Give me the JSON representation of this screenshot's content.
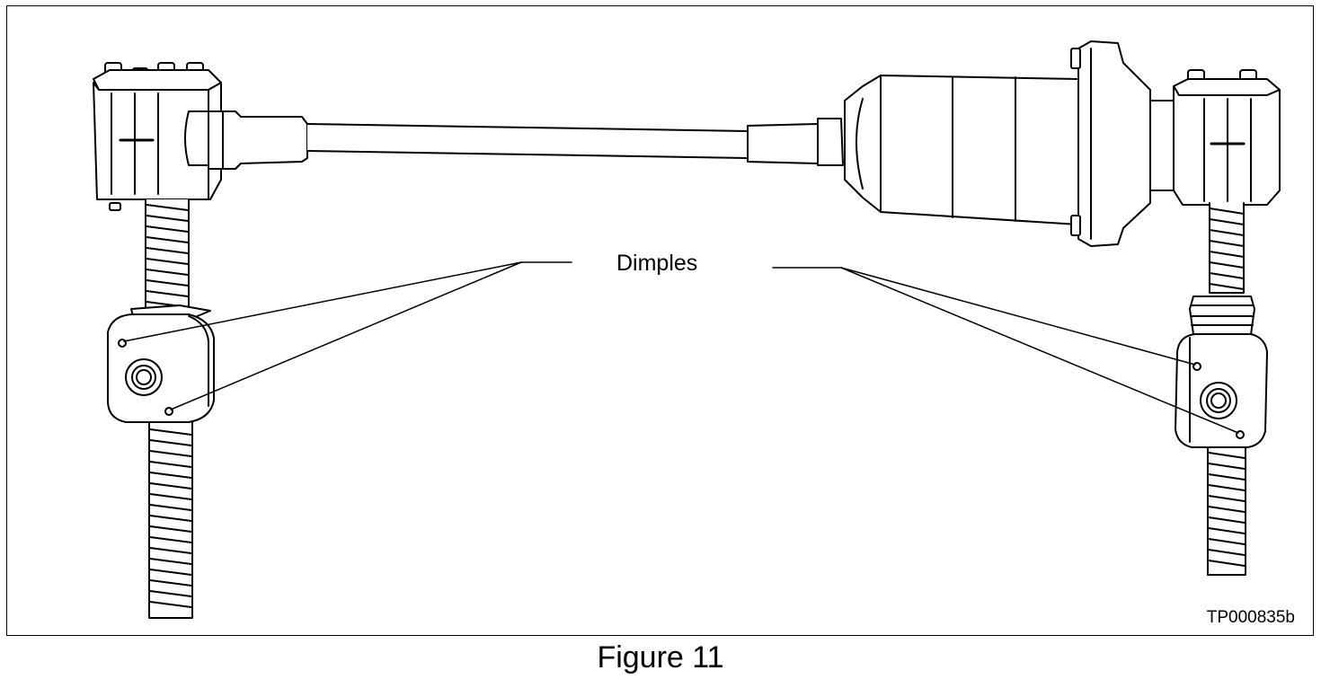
{
  "figure": {
    "callout_label": "Dimples",
    "reference_code": "TP000835b",
    "caption": "Figure 11"
  },
  "colors": {
    "line": "#000000",
    "background": "#ffffff"
  }
}
